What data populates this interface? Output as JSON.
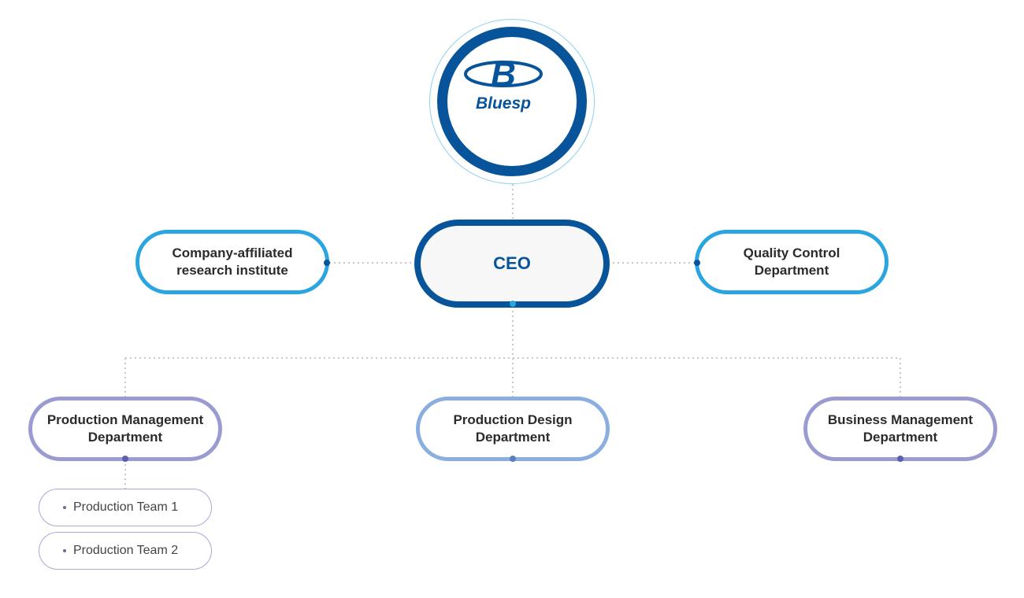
{
  "logo": {
    "brand_text": "Bluesp",
    "mark_letter": "B",
    "icon": "bluesp-logo-icon"
  },
  "ceo": {
    "label": "CEO"
  },
  "side_units": [
    {
      "label": "Company-affiliated\nresearch institute"
    },
    {
      "label": "Quality Control\nDepartment"
    }
  ],
  "departments": [
    {
      "label": "Production Management\nDepartment"
    },
    {
      "label": "Production Design\nDepartment"
    },
    {
      "label": "Business Management\nDepartment"
    }
  ],
  "teams": [
    {
      "label": "Production Team 1"
    },
    {
      "label": "Production Team 2"
    }
  ],
  "colors": {
    "primary": "#07549b",
    "side_accent": "#2aa5e0",
    "dept_accent": "#9a9bd0",
    "design_accent": "#8aaee0",
    "connector": "#c8c8c8"
  }
}
